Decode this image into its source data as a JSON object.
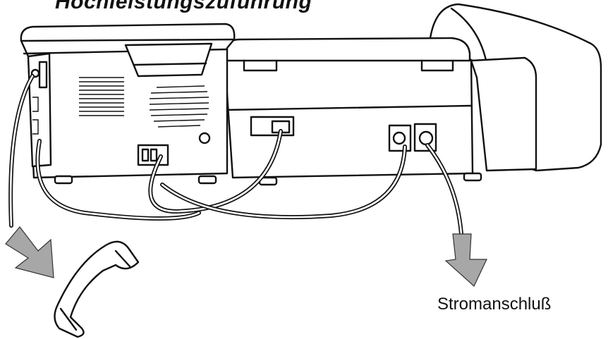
{
  "diagram": {
    "title": "Hochleistungszuführung",
    "power_label": "Stromanschluß",
    "colors": {
      "line": "#111111",
      "arrow_fill": "#a7a7a7",
      "background": "#ffffff"
    },
    "icons": [
      "fax-machine-rear-view",
      "phone-handset-icon",
      "arrow-icon"
    ]
  }
}
